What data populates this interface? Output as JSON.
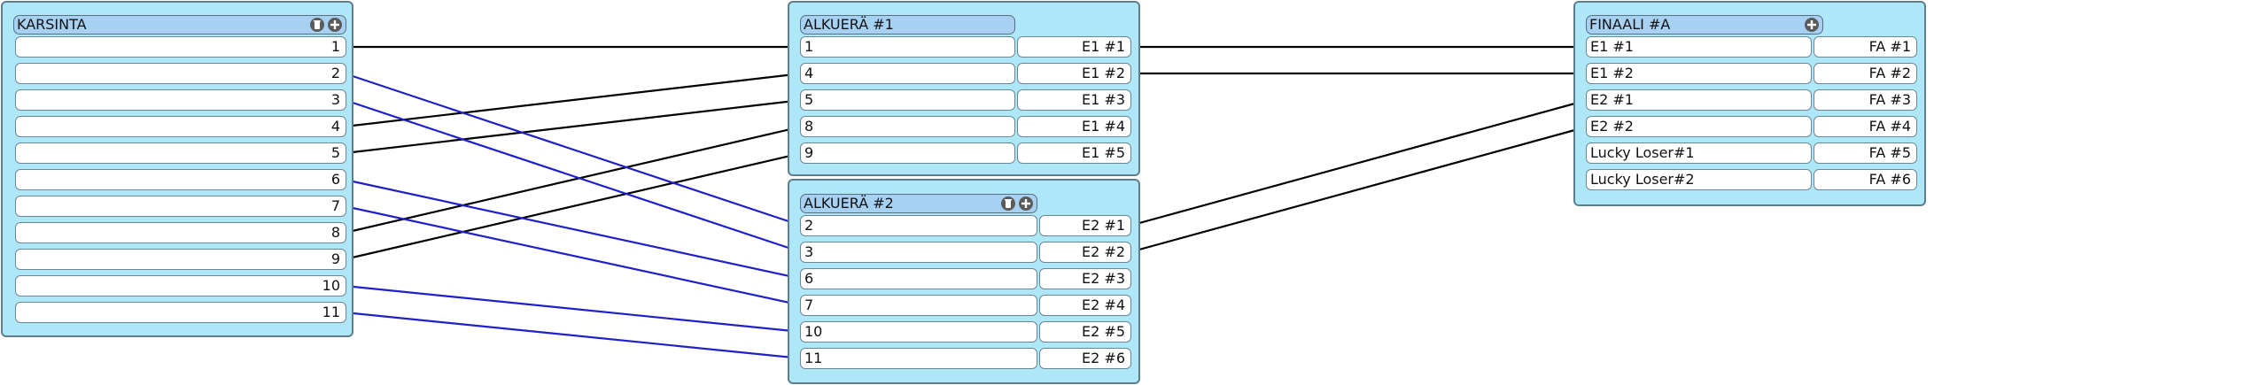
{
  "colors": {
    "panel_bg": "#aee7f7",
    "title_bg": "#a7d1f2",
    "line_black": "#000000",
    "line_blue": "#2020c8"
  },
  "karsinta": {
    "title": "KARSINTA",
    "icons": [
      "trash-icon",
      "plus-circle-icon"
    ],
    "rows": [
      "1",
      "2",
      "3",
      "4",
      "5",
      "6",
      "7",
      "8",
      "9",
      "10",
      "11"
    ]
  },
  "heat1": {
    "title": "ALKUERÄ #1",
    "rows": [
      {
        "in": "1",
        "out": "E1 #1"
      },
      {
        "in": "4",
        "out": "E1 #2"
      },
      {
        "in": "5",
        "out": "E1 #3"
      },
      {
        "in": "8",
        "out": "E1 #4"
      },
      {
        "in": "9",
        "out": "E1 #5"
      }
    ]
  },
  "heat2": {
    "title": "ALKUERÄ #2",
    "icons": [
      "trash-icon",
      "plus-circle-icon"
    ],
    "rows": [
      {
        "in": "2",
        "out": "E2 #1"
      },
      {
        "in": "3",
        "out": "E2 #2"
      },
      {
        "in": "6",
        "out": "E2 #3"
      },
      {
        "in": "7",
        "out": "E2 #4"
      },
      {
        "in": "10",
        "out": "E2 #5"
      },
      {
        "in": "11",
        "out": "E2 #6"
      }
    ]
  },
  "final": {
    "title": "FINAALI #A",
    "icons": [
      "plus-circle-icon"
    ],
    "rows": [
      {
        "in": "E1 #1",
        "out": "FA #1"
      },
      {
        "in": "E1 #2",
        "out": "FA #2"
      },
      {
        "in": "E2 #1",
        "out": "FA #3"
      },
      {
        "in": "E2 #2",
        "out": "FA #4"
      },
      {
        "in": "Lucky Loser#1",
        "out": "FA #5"
      },
      {
        "in": "Lucky Loser#2",
        "out": "FA #6"
      }
    ]
  },
  "connections": [
    {
      "from": [
        "karsinta",
        0
      ],
      "to": [
        "heat1",
        0
      ],
      "color": "black"
    },
    {
      "from": [
        "karsinta",
        3
      ],
      "to": [
        "heat1",
        1
      ],
      "color": "black"
    },
    {
      "from": [
        "karsinta",
        4
      ],
      "to": [
        "heat1",
        2
      ],
      "color": "black"
    },
    {
      "from": [
        "karsinta",
        7
      ],
      "to": [
        "heat1",
        3
      ],
      "color": "black"
    },
    {
      "from": [
        "karsinta",
        8
      ],
      "to": [
        "heat1",
        4
      ],
      "color": "black"
    },
    {
      "from": [
        "karsinta",
        1
      ],
      "to": [
        "heat2",
        0
      ],
      "color": "blue"
    },
    {
      "from": [
        "karsinta",
        2
      ],
      "to": [
        "heat2",
        1
      ],
      "color": "blue"
    },
    {
      "from": [
        "karsinta",
        5
      ],
      "to": [
        "heat2",
        2
      ],
      "color": "blue"
    },
    {
      "from": [
        "karsinta",
        6
      ],
      "to": [
        "heat2",
        3
      ],
      "color": "blue"
    },
    {
      "from": [
        "karsinta",
        9
      ],
      "to": [
        "heat2",
        4
      ],
      "color": "blue"
    },
    {
      "from": [
        "karsinta",
        10
      ],
      "to": [
        "heat2",
        5
      ],
      "color": "blue"
    },
    {
      "from": [
        "heat1",
        0
      ],
      "to": [
        "final",
        0
      ],
      "color": "black"
    },
    {
      "from": [
        "heat1",
        1
      ],
      "to": [
        "final",
        1
      ],
      "color": "black"
    },
    {
      "from": [
        "heat2",
        0
      ],
      "to": [
        "final",
        2
      ],
      "color": "black"
    },
    {
      "from": [
        "heat2",
        1
      ],
      "to": [
        "final",
        3
      ],
      "color": "black"
    }
  ]
}
